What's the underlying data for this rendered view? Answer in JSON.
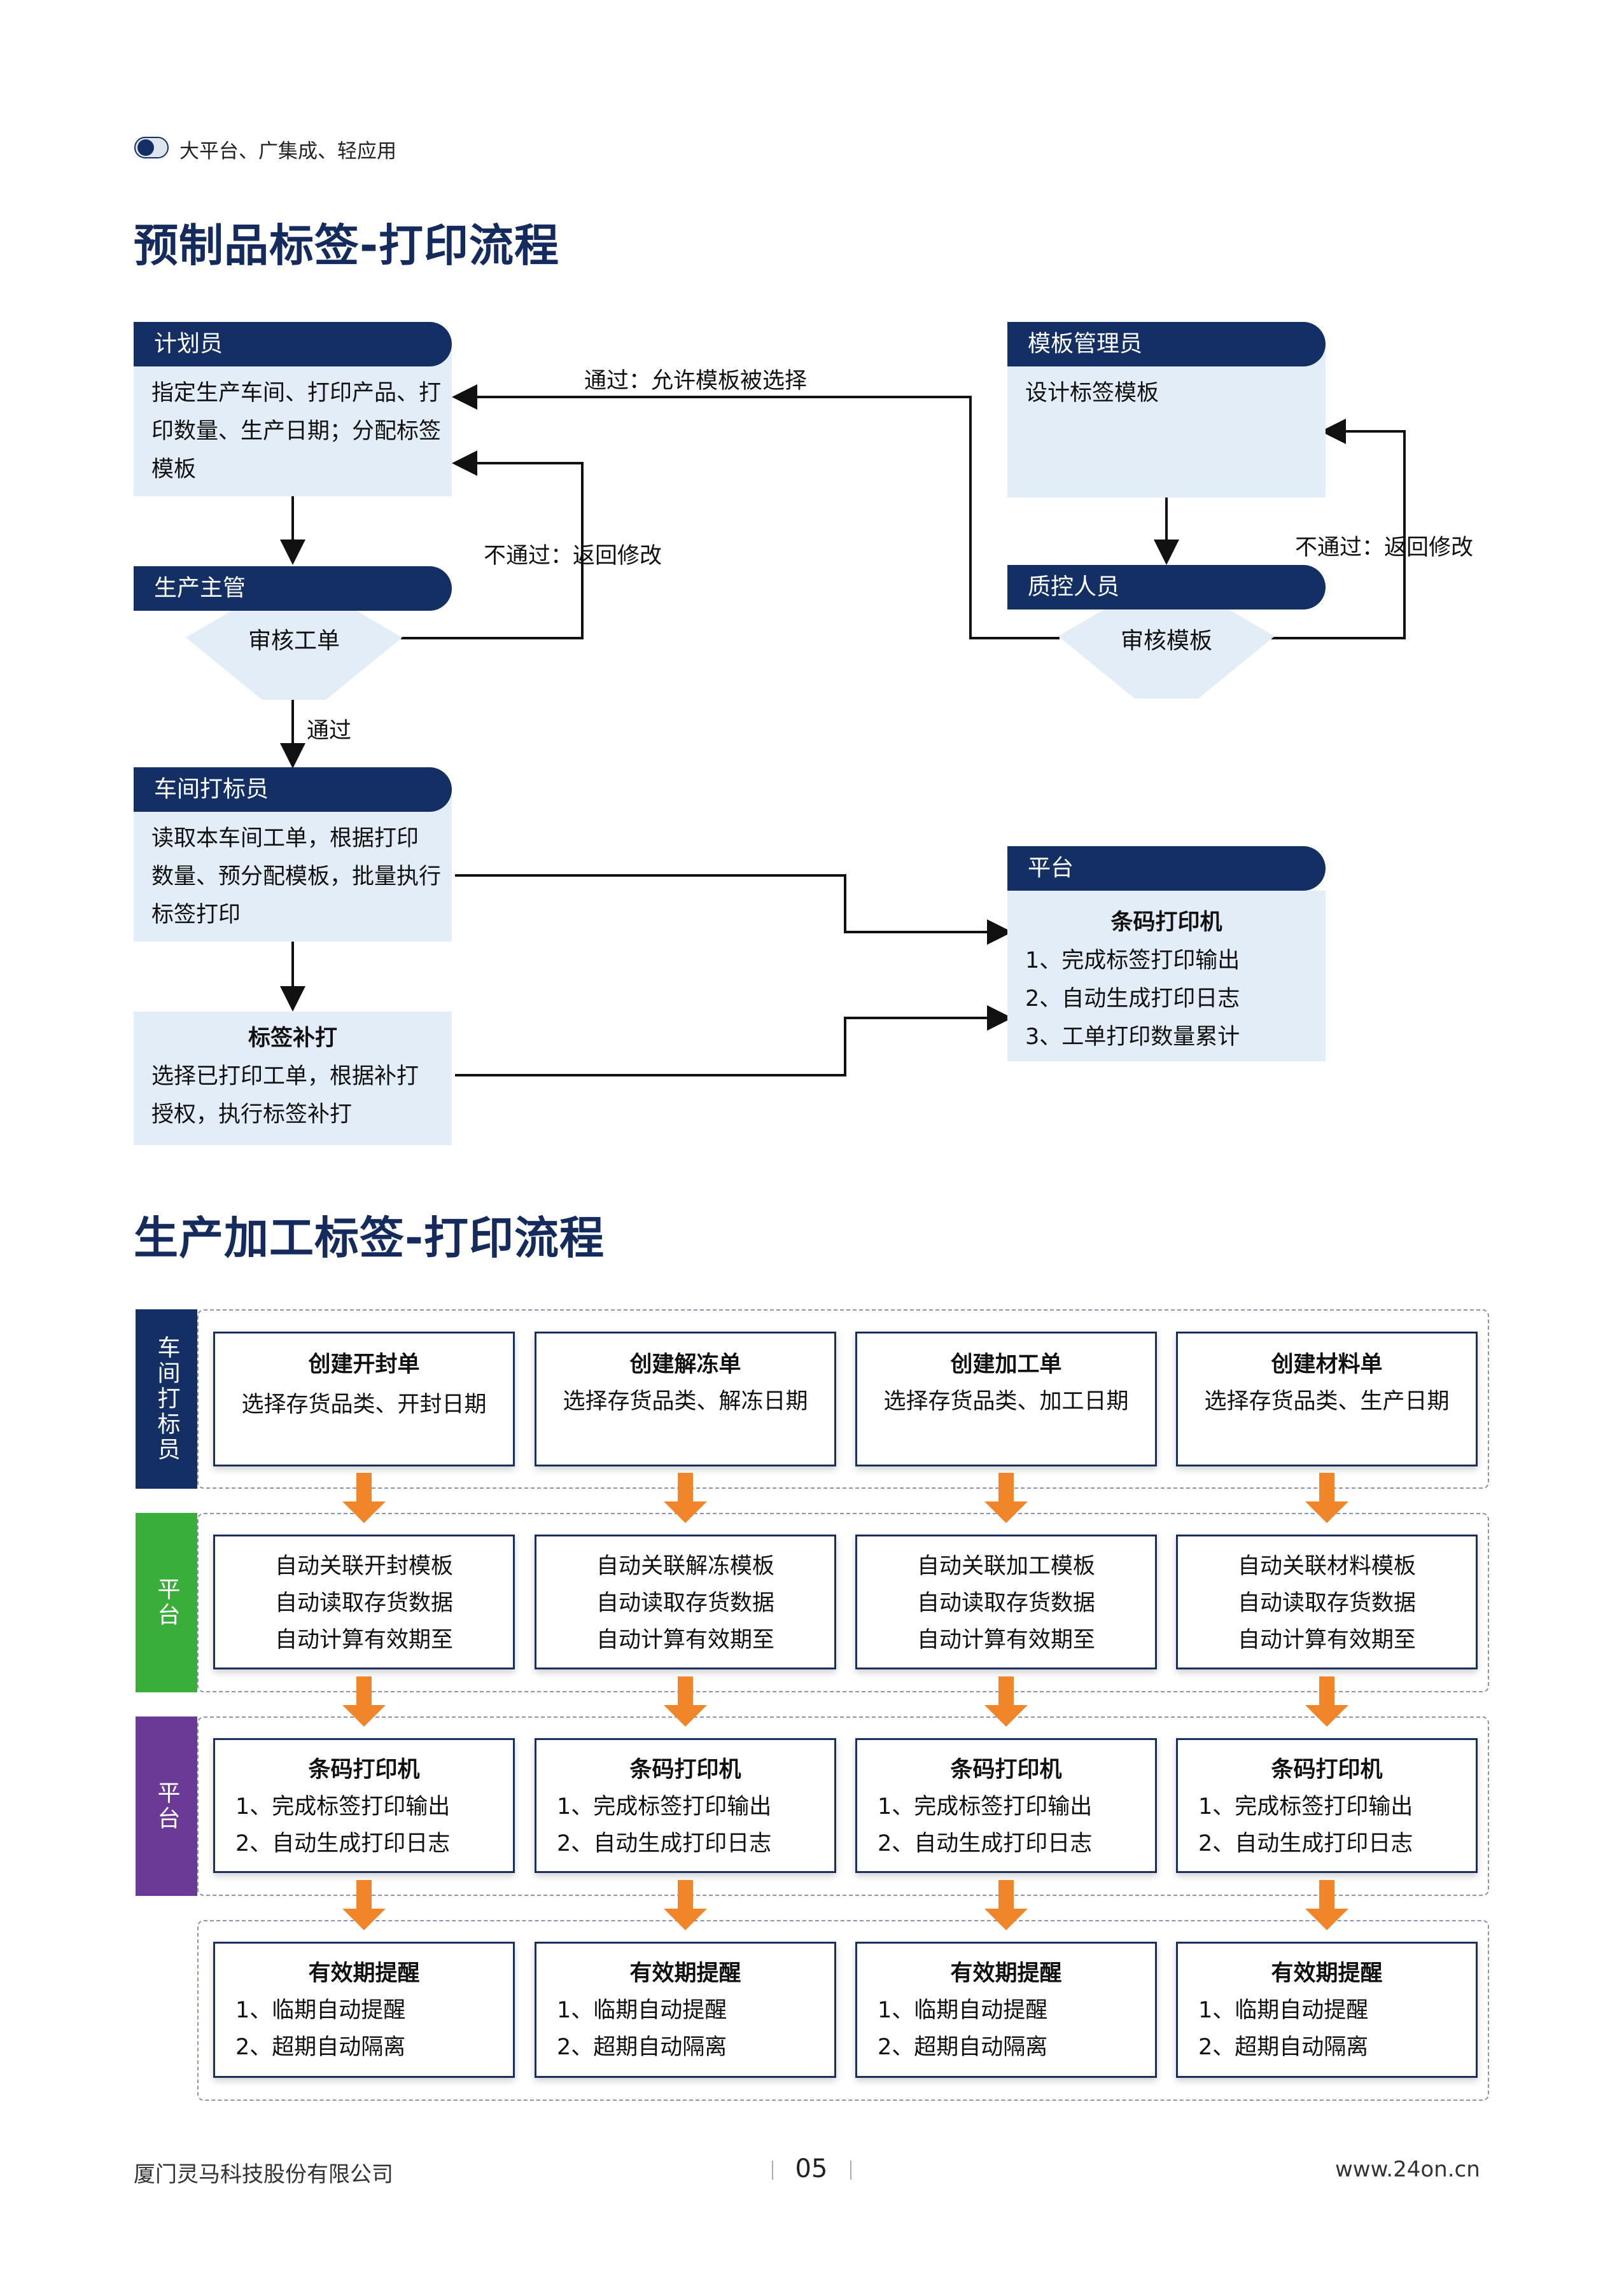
{
  "header": {
    "text": "大平台、广集成、轻应用"
  },
  "section1": {
    "title": "预制品标签-打印流程",
    "planner": {
      "header": "计划员",
      "lines": [
        "指定生产车间、打印产品、打",
        "印数量、生产日期；分配标签",
        "模板"
      ]
    },
    "supervisor": {
      "header": "生产主管",
      "diamond": "审核工单"
    },
    "workshop": {
      "header": "车间打标员",
      "lines": [
        "读取本车间工单，根据打印",
        "数量、预分配模板，批量执行",
        "标签打印"
      ]
    },
    "reprint": {
      "title": "标签补打",
      "lines": [
        "选择已打印工单，根据补打",
        "授权，执行标签补打"
      ]
    },
    "template_mgr": {
      "header": "模板管理员",
      "lines": [
        "设计标签模板"
      ]
    },
    "qc": {
      "header": "质控人员",
      "diamond": "审核模板"
    },
    "platform": {
      "header": "平台",
      "title": "条码打印机",
      "lines": [
        "1、完成标签打印输出",
        "2、自动生成打印日志",
        "3、工单打印数量累计"
      ]
    },
    "labels": {
      "pass_allow": "通过：允许模板被选择",
      "fail_left": "不通过：返回修改",
      "fail_right": "不通过：返回修改",
      "pass": "通过"
    }
  },
  "section2": {
    "title": "生产加工标签-打印流程",
    "bands": [
      {
        "label": "车间打标员",
        "color": "#142f63"
      },
      {
        "label": "平台",
        "color": "#3aae3a"
      },
      {
        "label": "平台",
        "color": "#6b3a96"
      }
    ],
    "row1": [
      {
        "title": "创建开封单",
        "line": "选择存货品类、开封日期"
      },
      {
        "title": "创建解冻单",
        "line": "选择存货品类、解冻日期"
      },
      {
        "title": "创建加工单",
        "line": "选择存货品类、加工日期"
      },
      {
        "title": "创建材料单",
        "line": "选择存货品类、生产日期"
      }
    ],
    "row2": [
      {
        "lines": [
          "自动关联开封模板",
          "自动读取存货数据",
          "自动计算有效期至"
        ]
      },
      {
        "lines": [
          "自动关联解冻模板",
          "自动读取存货数据",
          "自动计算有效期至"
        ]
      },
      {
        "lines": [
          "自动关联加工模板",
          "自动读取存货数据",
          "自动计算有效期至"
        ]
      },
      {
        "lines": [
          "自动关联材料模板",
          "自动读取存货数据",
          "自动计算有效期至"
        ]
      }
    ],
    "row3": [
      {
        "title": "条码打印机",
        "lines": [
          "1、完成标签打印输出",
          "2、自动生成打印日志"
        ]
      },
      {
        "title": "条码打印机",
        "lines": [
          "1、完成标签打印输出",
          "2、自动生成打印日志"
        ]
      },
      {
        "title": "条码打印机",
        "lines": [
          "1、完成标签打印输出",
          "2、自动生成打印日志"
        ]
      },
      {
        "title": "条码打印机",
        "lines": [
          "1、完成标签打印输出",
          "2、自动生成打印日志"
        ]
      }
    ],
    "row4": [
      {
        "title": "有效期提醒",
        "lines": [
          "1、临期自动提醒",
          "2、超期自动隔离"
        ]
      },
      {
        "title": "有效期提醒",
        "lines": [
          "1、临期自动提醒",
          "2、超期自动隔离"
        ]
      },
      {
        "title": "有效期提醒",
        "lines": [
          "1、临期自动提醒",
          "2、超期自动隔离"
        ]
      },
      {
        "title": "有效期提醒",
        "lines": [
          "1、临期自动提醒",
          "2、超期自动隔离"
        ]
      }
    ]
  },
  "footer": {
    "company": "厦门灵马科技股份有限公司",
    "page": "05",
    "url": "www.24on.cn"
  },
  "colors": {
    "navy": "#142f63",
    "light_blue": "#e2edf7",
    "orange": "#f0852a",
    "green": "#3aae3a",
    "purple": "#6b3a96"
  }
}
